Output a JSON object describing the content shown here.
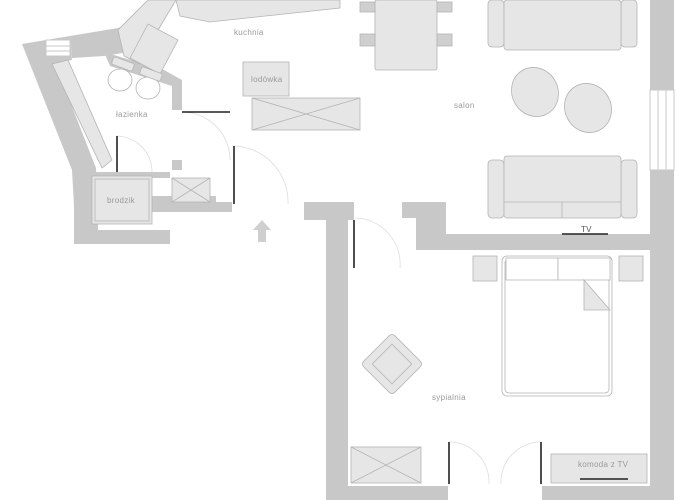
{
  "plan": {
    "rooms": {
      "kitchen": "kuchnia",
      "bathroom": "łazienka",
      "living_room": "salon",
      "bedroom": "sypialnia"
    },
    "fixtures": {
      "fridge": "lodówka",
      "shower_tray": "brodzik",
      "tv_living": "TV",
      "dresser_tv": "komoda z TV"
    }
  },
  "colors": {
    "wall": "#c8c8c8",
    "furniture_fill": "#e6e6e6",
    "furniture_stroke": "#b4b4b4",
    "door_leaf": "#222222",
    "label": "#9a9a9a"
  }
}
